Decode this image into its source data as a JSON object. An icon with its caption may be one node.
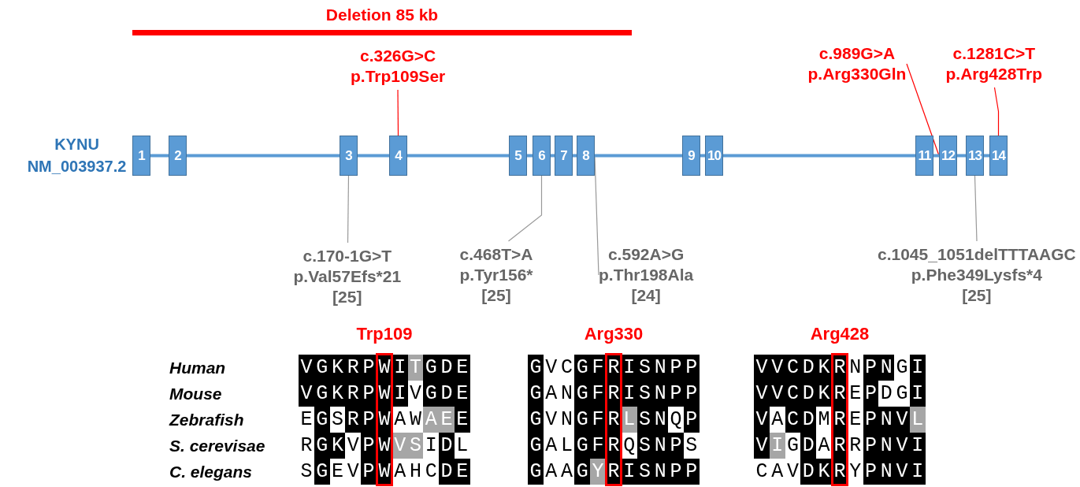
{
  "diagram": {
    "nodes": [
      {
        "text": [
          "1"
        ]
      },
      {
        "text": [
          "2"
        ]
      },
      {
        "text": [
          "3"
        ]
      },
      {
        "text": [
          "4"
        ]
      },
      {
        "text": [
          "5"
        ]
      },
      {
        "text": [
          "6"
        ]
      },
      {
        "text": [
          "7"
        ]
      },
      {
        "text": [
          "8"
        ]
      },
      {
        "text": [
          "9"
        ]
      },
      {
        "text": [
          "10"
        ]
      },
      {
        "text": [
          "11"
        ]
      },
      {
        "text": [
          "12"
        ]
      },
      {
        "text": [
          "13"
        ]
      },
      {
        "text": [
          "14"
        ]
      },
      {
        "text": [
          "c.326G>C",
          "p.Trp109Ser"
        ]
      },
      {
        "text": [
          "c.989G>A",
          "p.Arg330Gln"
        ]
      },
      {
        "text": [
          "c.1281C>T",
          "p.Arg428Trp"
        ]
      },
      {
        "text": [
          "c.170-1G>T",
          "p.Val57Efs*21",
          "[25]"
        ]
      },
      {
        "text": [
          "c.468T>A",
          "p.Tyr156*",
          "[25]"
        ]
      },
      {
        "text": [
          "c.592A>G",
          "p.Thr198Ala",
          "[24]"
        ]
      },
      {
        "text": [
          "c.1045_1051delTTTAAGC",
          "p.Phe349Lysfs*4",
          "[25]"
        ]
      },
      {
        "text": [
          "Deletion 85 kb"
        ]
      }
    ],
    "edges": [
      {
        "from": 14,
        "to": 3,
        "arrow": "none",
        "color": "#ff0000"
      },
      {
        "from": 15,
        "to": 11,
        "arrow": "none",
        "color": "#ff0000"
      },
      {
        "from": 16,
        "to": 13,
        "arrow": "none",
        "color": "#ff0000"
      },
      {
        "from": 17,
        "to": 2,
        "arrow": "none",
        "color": "#999999"
      },
      {
        "from": 18,
        "to": 5,
        "arrow": "none",
        "color": "#999999"
      },
      {
        "from": 19,
        "to": 7,
        "arrow": "none",
        "color": "#999999"
      },
      {
        "from": 20,
        "to": 12,
        "arrow": "none",
        "color": "#999999"
      },
      {
        "from": 0,
        "to": 1,
        "arrow": "none"
      },
      {
        "from": 1,
        "to": 2,
        "arrow": "none"
      },
      {
        "from": 2,
        "to": 3,
        "arrow": "none"
      },
      {
        "from": 3,
        "to": 4,
        "arrow": "none"
      },
      {
        "from": 4,
        "to": 5,
        "arrow": "none"
      },
      {
        "from": 5,
        "to": 6,
        "arrow": "none"
      },
      {
        "from": 6,
        "to": 7,
        "arrow": "none"
      },
      {
        "from": 7,
        "to": 8,
        "arrow": "none"
      },
      {
        "from": 8,
        "to": 9,
        "arrow": "none"
      },
      {
        "from": 9,
        "to": 10,
        "arrow": "none"
      },
      {
        "from": 10,
        "to": 11,
        "arrow": "none"
      },
      {
        "from": 11,
        "to": 12,
        "arrow": "none"
      },
      {
        "from": 12,
        "to": 13,
        "arrow": "none"
      }
    ],
    "labels": [
      "KYNU",
      "NM_003937.2",
      "Trp109",
      "Arg330",
      "Arg428",
      "Human",
      "VGKRPWITGDE",
      "GVCGFRISNPP",
      "VVCDKRNPNGI",
      "Mouse",
      "VGKRPWIVGDE",
      "GANGFRISNPP",
      "VVCDKREPDGI",
      "Zebrafish",
      "EGSRPWAWAEE",
      "GVNGFRLSNQP",
      "VACDMREPNVL",
      "S. cerevisae",
      "RGKVPWVSIDL",
      "GALGFRQSNPS",
      "VIGDARRPNVI",
      "C. elegans",
      "SGEVPWAHCDE",
      "GAAGYRISNPP",
      "CAVDKRYPNVI"
    ]
  }
}
